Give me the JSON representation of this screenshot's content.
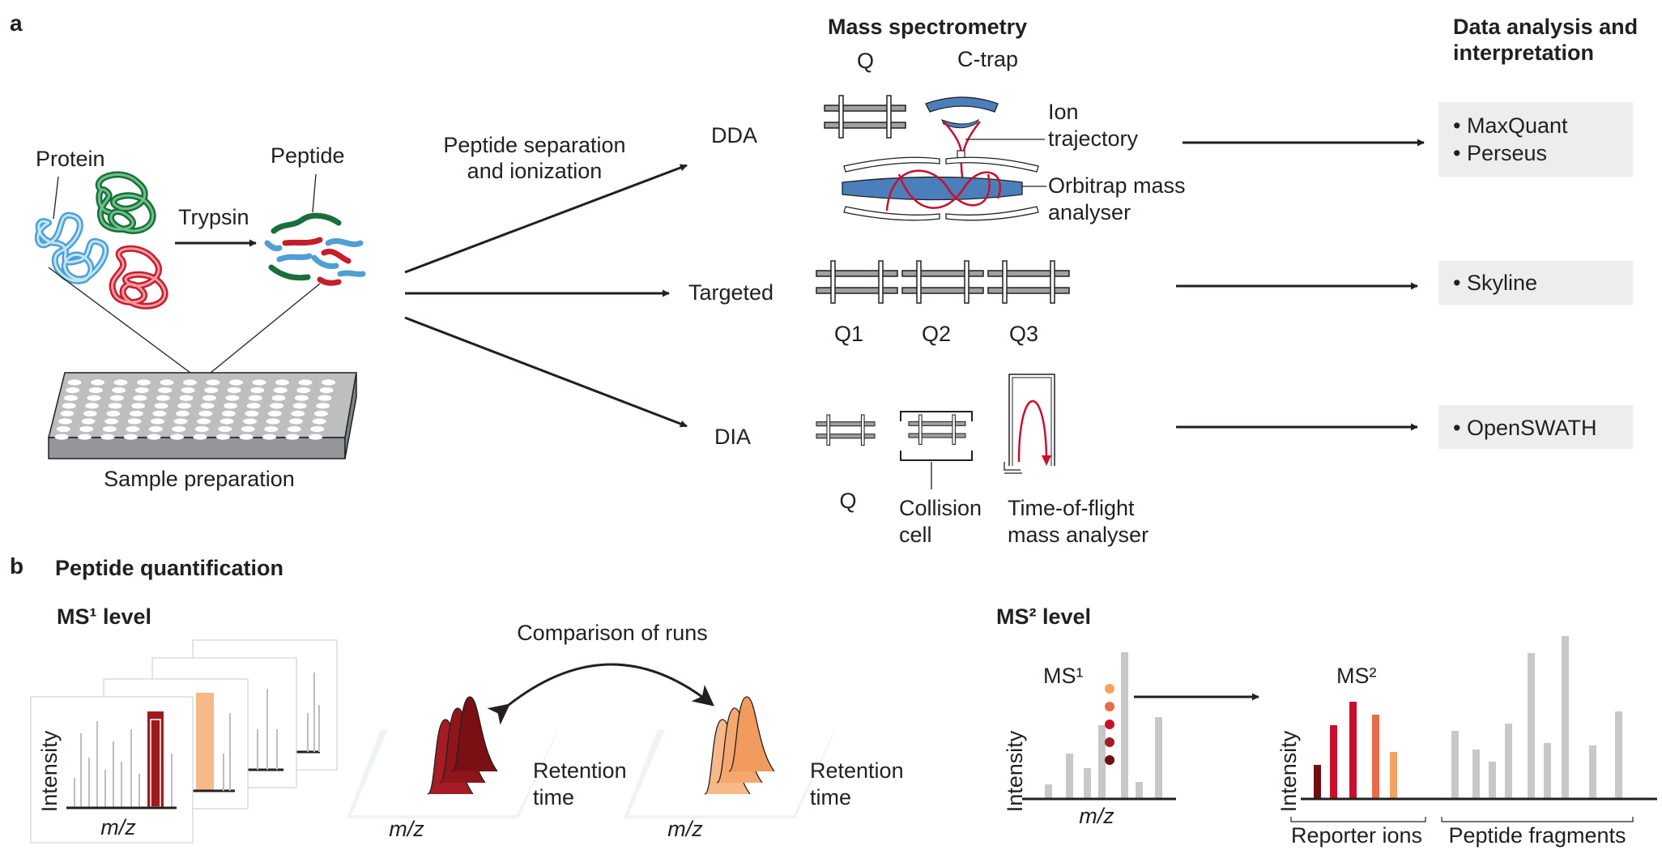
{
  "panel_a": {
    "label": "a",
    "sample_prep": {
      "protein": "Protein",
      "peptide": "Peptide",
      "trypsin": "Trypsin",
      "caption": "Sample preparation"
    },
    "separation_label_1": "Peptide separation",
    "separation_label_2": "and ionization",
    "methods": {
      "dda": "DDA",
      "targeted": "Targeted",
      "dia": "DIA"
    },
    "ms_header": "Mass spectrometry",
    "dda_parts": {
      "q": "Q",
      "ctrap": "C-trap",
      "ion_1": "Ion",
      "ion_2": "trajectory",
      "orbi_1": "Orbitrap mass",
      "orbi_2": "analyser"
    },
    "targeted_parts": {
      "q1": "Q1",
      "q2": "Q2",
      "q3": "Q3"
    },
    "dia_parts": {
      "q": "Q",
      "coll_1": "Collision",
      "coll_2": "cell",
      "tof_1": "Time-of-flight",
      "tof_2": "mass analyser"
    },
    "analysis_header_1": "Data analysis and",
    "analysis_header_2": "interpretation",
    "software": {
      "dda_1": "• MaxQuant",
      "dda_2": "• Perseus",
      "targeted": "• Skyline",
      "dia": "• OpenSWATH"
    }
  },
  "panel_b": {
    "label": "b",
    "title": "Peptide quantification",
    "ms1_level": "MS¹ level",
    "ms2_level": "MS² level",
    "intensity": "Intensity",
    "mz": "m/z",
    "comparison": "Comparison of runs",
    "retention_1": "Retention",
    "retention_2": "time",
    "ms1_tag": "MS¹",
    "ms2_tag": "MS²",
    "reporter_ions": "Reporter ions",
    "peptide_fragments": "Peptide fragments"
  },
  "colors": {
    "ink": "#231f20",
    "red": "#c8102e",
    "dark_red": "#9e1b1e",
    "orange": "#f7b987",
    "green": "#1d7a3a",
    "light_blue": "#7ec8e9",
    "instrument_blue": "#4a7fbb",
    "grey_bar": "#c7c8ca",
    "box_grey": "#ededed"
  }
}
